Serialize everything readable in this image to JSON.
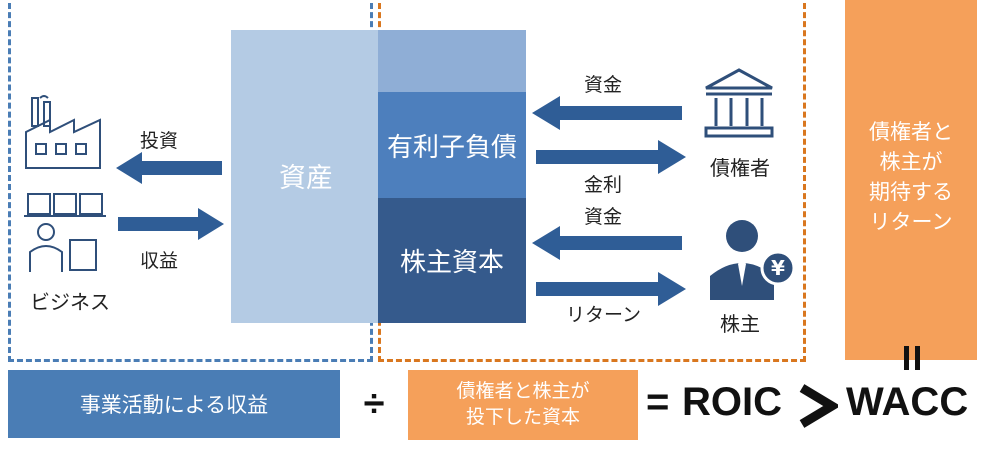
{
  "colors": {
    "accent_blue": "#4a7db5",
    "accent_orange": "#f5a05a",
    "asset_light": "#b4cbe4",
    "debt_blue": "#4d7fbd",
    "equity_navy": "#355a8c",
    "arrow_navy": "#2f5d96"
  },
  "business": {
    "label": "ビジネス"
  },
  "arrows": {
    "invest": "投資",
    "revenue": "収益",
    "funds_debt": "資金",
    "interest": "金利",
    "funds_equity": "資金",
    "return": "リターン"
  },
  "balance": {
    "assets": "資産",
    "debt": "有利子負債",
    "equity": "株主資本"
  },
  "creditor": {
    "label": "債権者"
  },
  "shareholder": {
    "label": "株主"
  },
  "expected_return": {
    "line1": "債権者と",
    "line2": "株主が",
    "line3": "期待する",
    "line4": "リターン"
  },
  "equals_sign": "=",
  "formula": {
    "numerator": "事業活動による収益",
    "divide": "÷",
    "denominator_line1": "債権者と株主が",
    "denominator_line2": "投下した資本",
    "equals": "=",
    "roic": "ROIC",
    "greater": ">",
    "wacc": "WACC"
  }
}
